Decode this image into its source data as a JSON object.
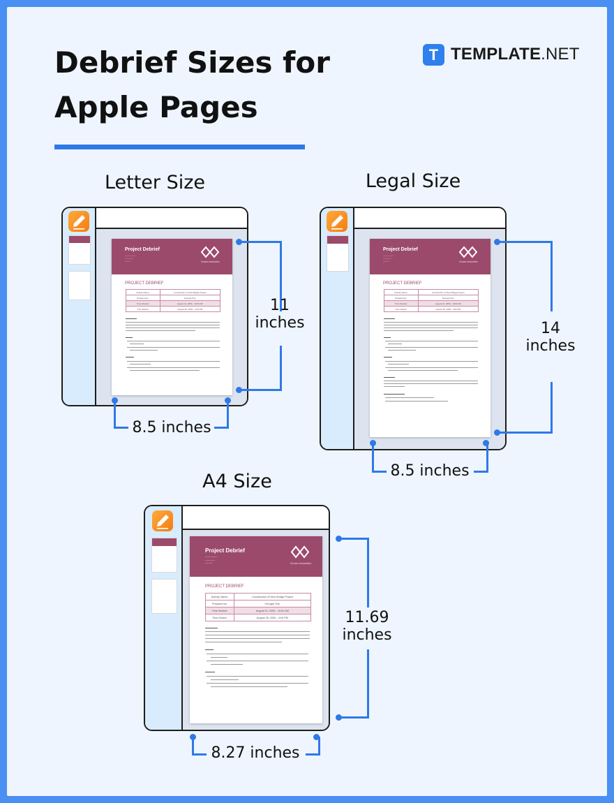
{
  "title": "Debrief Sizes for Apple Pages",
  "brand": {
    "logo_letter": "T",
    "name": "TEMPLATE",
    "suffix": ".NET"
  },
  "sections": {
    "letter": {
      "label": "Letter Size",
      "height": "11 inches",
      "width": "8.5 inches"
    },
    "legal": {
      "label": "Legal Size",
      "height": "14 inches",
      "width": "8.5 inches"
    },
    "a4": {
      "label": "A4 Size",
      "height": "11.69 inches",
      "width": "8.27 inches"
    }
  },
  "document": {
    "title": "Project Debrief",
    "company": "Grown Industries",
    "heading": "PROJECT DEBRIEF",
    "table": [
      [
        "Activity Name:",
        "Construction of New Bridge Project"
      ],
      [
        "Prepared by:",
        "Georgia Tom"
      ],
      [
        "Time Started:",
        "August 21, 2050 - 10:00 AM"
      ],
      [
        "Time Ended:",
        "August 25, 2050 - 4:00 PM"
      ]
    ],
    "sections": [
      "Overview",
      "Goals",
      "Results"
    ]
  },
  "colors": {
    "accent": "#2f79e6",
    "doc_band": "#9c4a6b",
    "app_icon": "#f58a1f"
  }
}
